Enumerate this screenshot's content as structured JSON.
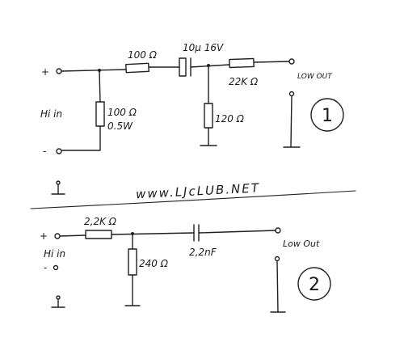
{
  "circuit1": {
    "plus": "+",
    "minus": "-",
    "input_label": "Hi in",
    "r_series": "100 Ω",
    "cap": "10μ 16V",
    "r_out": "22K Ω",
    "r_shunt_in": "100 Ω",
    "r_shunt_in_power": "0.5W",
    "r_shunt_out": "120 Ω",
    "output_label": "LOW OUT",
    "number": "1"
  },
  "watermark": "www.LJcLUB.NET",
  "circuit2": {
    "plus": "+",
    "minus": "-",
    "input_label": "Hi in",
    "r_series": "2,2K Ω",
    "r_shunt": "240 Ω",
    "cap": "2,2nF",
    "output_label": "Low Out",
    "number": "2"
  }
}
